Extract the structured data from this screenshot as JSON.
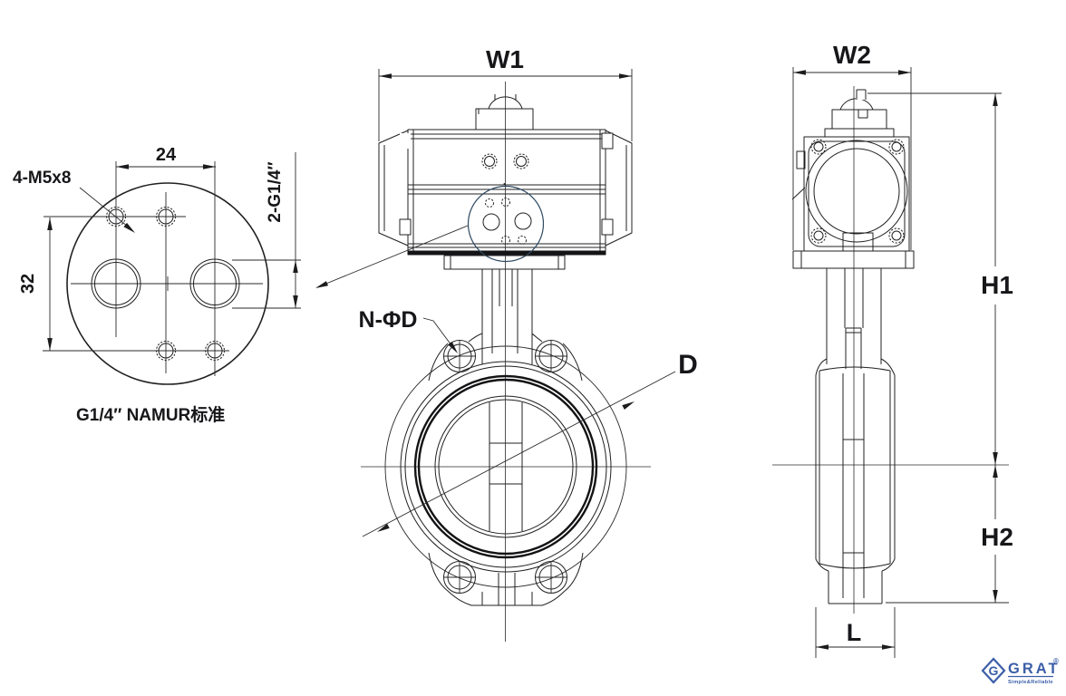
{
  "drawing": {
    "flange_detail": {
      "dim_width": "24",
      "dim_height": "32",
      "screw_callout": "4-M5x8",
      "port_callout": "2-G1/4″",
      "caption": "G1/4″ NAMUR标准"
    },
    "front_view": {
      "dim_width": "W1",
      "lug_holes_label": "N-ΦD",
      "flange_diameter_label": "D"
    },
    "side_view": {
      "dim_width": "W2",
      "dim_height_upper": "H1",
      "dim_height_lower": "H2",
      "dim_body_thickness": "L"
    },
    "logo": {
      "brand": "GRAT",
      "monogram": "G",
      "registered_mark": "®",
      "tagline": "Simple&Reliable"
    },
    "colors": {
      "line": "#202022",
      "detail_circle": "#2e4a63",
      "brand_blue": "#3b5ea8",
      "background": "#ffffff"
    }
  }
}
